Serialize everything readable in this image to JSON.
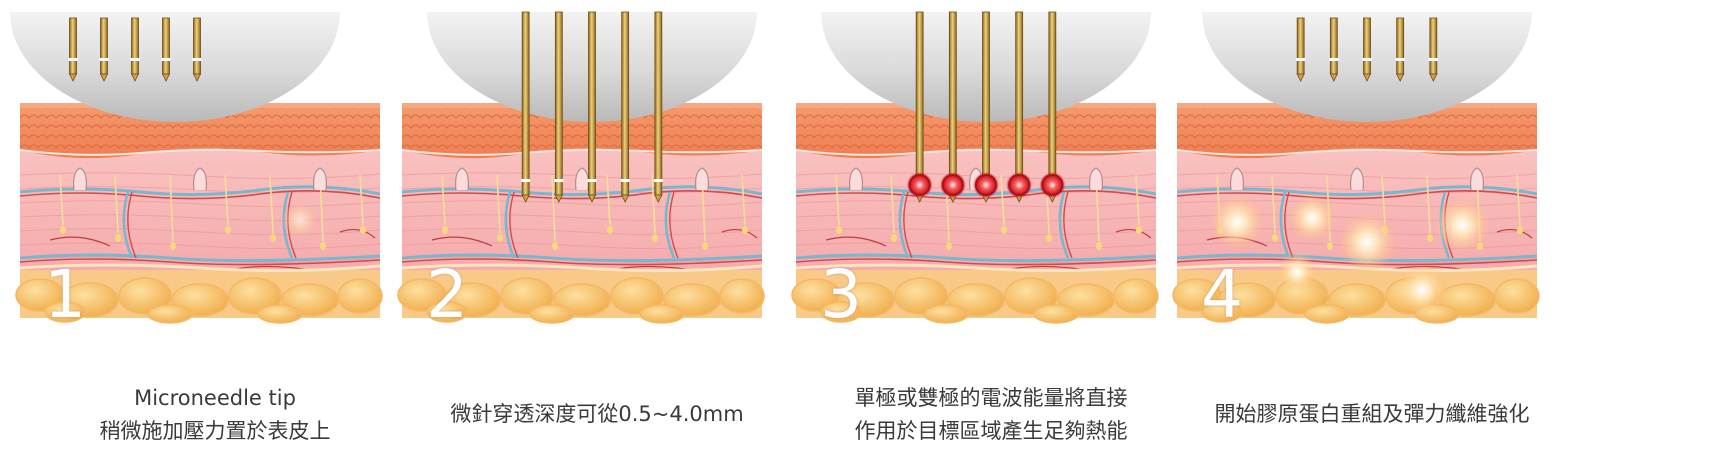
{
  "panels": [
    {
      "step": "1",
      "caption": [
        "Microneedle tip",
        "稍微施加壓力置於表皮上"
      ]
    },
    {
      "step": "2",
      "caption": [
        "微針穿透深度可從0.5~4.0mm"
      ]
    },
    {
      "step": "3",
      "caption": [
        "單極或雙極的電波能量將直接",
        "作用於目標區域產生足夠熱能"
      ]
    },
    {
      "step": "4",
      "caption": [
        "開始膠原蛋白重組及彈力纖維強化"
      ]
    }
  ],
  "colors": {
    "epidermis": "#f08a5d",
    "dermis": "#f7b5b5",
    "fat": "#f7c36a",
    "needle": "#c9a24a",
    "rf_glow": "#d9252f",
    "collagen_glow": "#ffd08a"
  },
  "icons": [
    "applicator-head",
    "microneedle",
    "rf-energy-dot",
    "collagen-glow"
  ]
}
